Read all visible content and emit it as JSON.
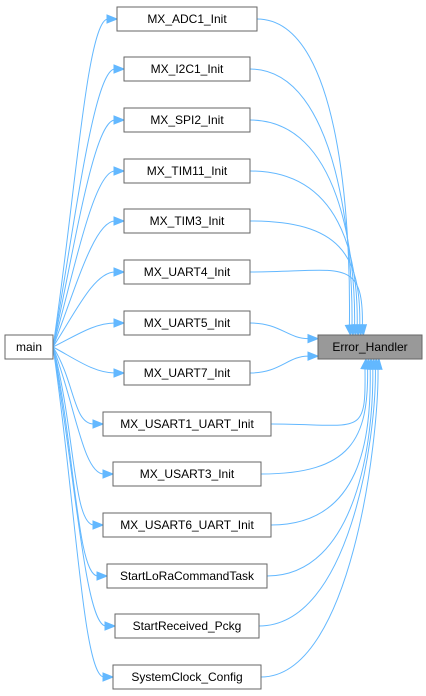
{
  "graph": {
    "root": "main",
    "target": "Error_Handler",
    "intermediates": [
      "MX_ADC1_Init",
      "MX_I2C1_Init",
      "MX_SPI2_Init",
      "MX_TIM11_Init",
      "MX_TIM3_Init",
      "MX_UART4_Init",
      "MX_UART5_Init",
      "MX_UART7_Init",
      "MX_USART1_UART_Init",
      "MX_USART3_Init",
      "MX_USART6_UART_Init",
      "StartLoRaCommandTask",
      "StartReceived_Pckg",
      "SystemClock_Config"
    ],
    "colors": {
      "edge": "#63b8ff",
      "node_border": "#666666",
      "target_fill": "#999999"
    }
  }
}
